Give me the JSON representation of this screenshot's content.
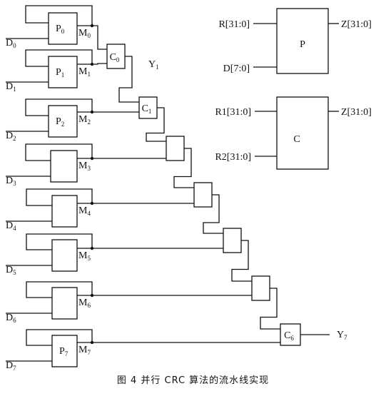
{
  "caption": "图 4  并行 CRC 算法的流水线实现",
  "stages": [
    {
      "input": "D",
      "input_sub": "0",
      "reg": "M",
      "reg_sub": "0",
      "p_block": "P",
      "p_sub": "0"
    },
    {
      "input": "D",
      "input_sub": "1",
      "reg": "M",
      "reg_sub": "1",
      "p_block": "P",
      "p_sub": "1"
    },
    {
      "input": "D",
      "input_sub": "2",
      "reg": "M",
      "reg_sub": "2",
      "p_block": "P",
      "p_sub": "2"
    },
    {
      "input": "D",
      "input_sub": "3",
      "reg": "M",
      "reg_sub": "3",
      "p_block": "",
      "p_sub": ""
    },
    {
      "input": "D",
      "input_sub": "4",
      "reg": "M",
      "reg_sub": "4",
      "p_block": "",
      "p_sub": ""
    },
    {
      "input": "D",
      "input_sub": "5",
      "reg": "M",
      "reg_sub": "5",
      "p_block": "",
      "p_sub": ""
    },
    {
      "input": "D",
      "input_sub": "6",
      "reg": "M",
      "reg_sub": "6",
      "p_block": "",
      "p_sub": ""
    },
    {
      "input": "D",
      "input_sub": "7",
      "reg": "M",
      "reg_sub": "7",
      "p_block": "P",
      "p_sub": "7"
    }
  ],
  "combiners": [
    {
      "label": "C",
      "sub": "0"
    },
    {
      "label": "C",
      "sub": "1"
    },
    {
      "label": "",
      "sub": ""
    },
    {
      "label": "",
      "sub": ""
    },
    {
      "label": "",
      "sub": ""
    },
    {
      "label": "",
      "sub": ""
    },
    {
      "label": "C",
      "sub": "6"
    }
  ],
  "outputs": {
    "y1": {
      "label": "Y",
      "sub": "1"
    },
    "y7": {
      "label": "Y",
      "sub": "7"
    }
  },
  "legend_p": {
    "title": "P",
    "input_top": "R[31:0]",
    "input_bottom": "D[7:0]",
    "output": "Z[31:0]"
  },
  "legend_c": {
    "title": "C",
    "input_top": "R1[31:0]",
    "input_bottom": "R2[31:0]",
    "output": "Z[31:0]"
  }
}
